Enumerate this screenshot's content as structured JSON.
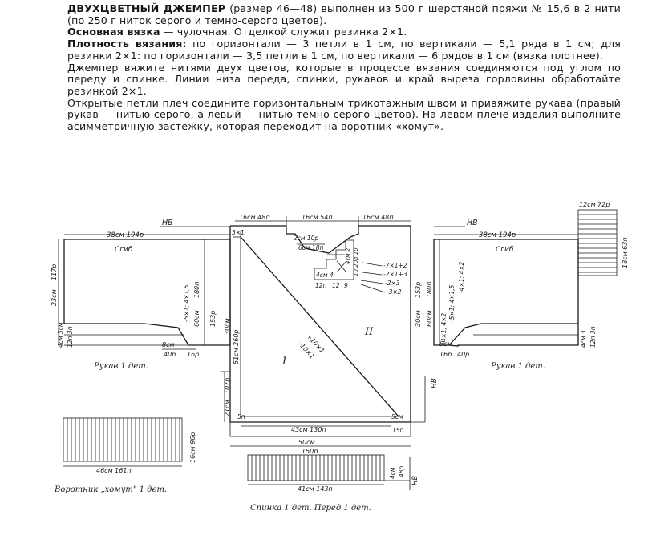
{
  "description": {
    "title": "ДВУХЦВЕТНЫЙ ДЖЕМПЕР",
    "intro": " (размер 46—48) выполнен из 500 г шерстяной пряжи № 15,6 в 2 нити (по 250 г ниток серого и темно-серого цветов).",
    "main_knit_label": "Основная вязка",
    "main_knit_text": " — чулочная. Отделкой служит резинка 2×1.",
    "density_label": "Плотность вязания:",
    "density_text": " по горизонтали — 3 петли в 1 см, по вертикали — 5,1 ряда в 1 см; для резинки 2×1: по горизонтали — 3,5 петли в 1 см, по вертикали — 6 рядов в 1 см (вязка плотнее).",
    "para1": "Джемпер вяжите нитями двух цветов, которые в процессе вязания соединяются под углом по переду и спинке. Линии низа переда, спинки, рукавов и край выреза горловины обработайте резинкой 2×1.",
    "para2": "Открытые петли плеч соедините горизонтальным трикотажным швом и привяжите рукава (правый рукав — нитью серого, а левый — нитью темно-серого цветов). На левом плече изделия выполните асимметричную застежку, которая переходит на воротник-«хомут»."
  },
  "diagram": {
    "nv": "НВ",
    "sleeve_top": "38см 194р",
    "fold": "Сгиб",
    "sleeve_caption": "Рукав 1 дет.",
    "sleeve_height_a": "23см",
    "sleeve_height_b": "117р",
    "sleeve_left_small_a": "4см 3см",
    "sleeve_left_small_b": "12п 3п",
    "sleeve_right_small_a": "4см 3",
    "sleeve_right_small_b": "12п 3п",
    "sleeve_dec": "-5×1; 4×1,5",
    "sleeve_dec2": "-4×1; 4×2",
    "sleeve_8cm": "8см",
    "sleeve_40p": "40р",
    "sleeve_16p": "16р",
    "sleeve_side_a": "60см",
    "sleeve_side_b": "180п",
    "body_side_a": "30см",
    "body_side_b": "153р",
    "body_top_left": "16см 48п",
    "body_top_mid": "16см 54п",
    "body_top_right": "16см 48п",
    "neck_2cm": "2см 10р",
    "neck_6cm": "6см 18п",
    "neck_4cm": "4см 4",
    "neck_12p": "12п",
    "neck_12": "12",
    "neck_9": "9",
    "neck_vert_a": "4см 2",
    "neck_vert_b": "10 20р 10",
    "neck_dec_1": "-7×1+2",
    "neck_dec_2": "-2×1+3",
    "neck_dec_3": "-2×3",
    "neck_dec_4": "-3×2",
    "corner": "5×1",
    "body_51": "51см 260р",
    "diag_a": "+10×1",
    "diag_b": "-10×1",
    "roman_1": "I",
    "roman_2": "II",
    "body_left_low_a": "21см",
    "body_left_low_b": "107р",
    "body_bottom": "43см 130п",
    "body_5p": "5п",
    "body_5cm": "5см",
    "body_15p": "15п",
    "body_50cm": "50см",
    "body_150p": "150п",
    "ribbing_41": "41см 143п",
    "ribbing_4cm": "4см",
    "ribbing_48p": "48р",
    "collar_46": "46см 161п",
    "collar_16": "16см 96р",
    "collar_caption": "Воротник „хомут\" 1 дет.",
    "body_caption": "Спинка 1 дет. Перед 1 дет.",
    "tab_12cm": "12см 72р",
    "tab_18cm": "18см 63п"
  }
}
